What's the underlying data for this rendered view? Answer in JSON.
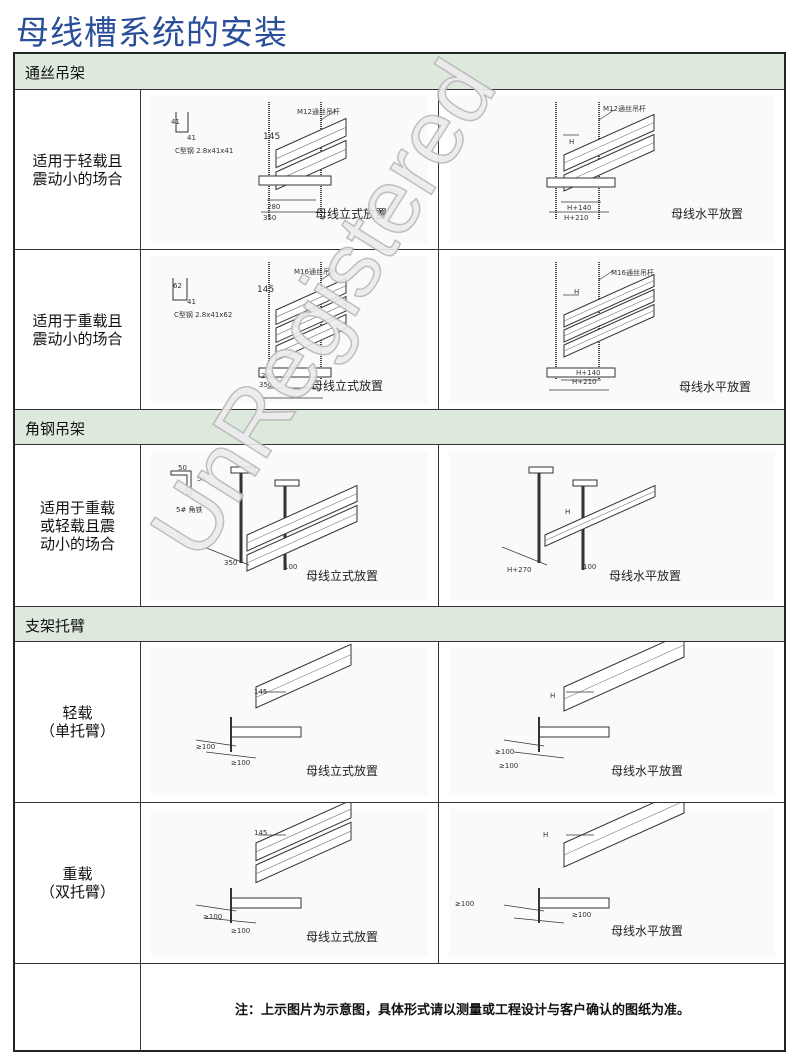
{
  "title": "母线槽系统的安装",
  "sections": [
    {
      "label": "通丝吊架"
    },
    {
      "label": "角钢吊架"
    },
    {
      "label": "支架托臂"
    }
  ],
  "rows": [
    {
      "label": "适用于轻载且\n震动小的场合",
      "left": {
        "profile": "C型钢 2.8x41x41",
        "profile_dims": [
          "41",
          "41"
        ],
        "rod": "M12通丝吊杆",
        "dims": [
          "145",
          "280",
          "350"
        ],
        "caption": "母线立式放置"
      },
      "right": {
        "rod": "M12通丝吊杆",
        "dims": [
          "H",
          "H+140",
          "H+210"
        ],
        "caption": "母线水平放置"
      }
    },
    {
      "label": "适用于重载且\n震动小的场合",
      "left": {
        "profile": "C型钢 2.8x41x62",
        "profile_dims": [
          "62",
          "41"
        ],
        "rod": "M16通丝吊杆",
        "dims": [
          "145",
          "280",
          "350"
        ],
        "caption": "母线立式放置"
      },
      "right": {
        "rod": "M16通丝吊杆",
        "dims": [
          "H",
          "H+140",
          "H+210"
        ],
        "caption": "母线水平放置"
      }
    },
    {
      "label": "适用于重载\n或轻载且震\n动小的场合",
      "left": {
        "profile": "5# 角铁",
        "profile_dims": [
          "50",
          "50"
        ],
        "dims": [
          "350",
          "100"
        ],
        "caption": "母线立式放置"
      },
      "right": {
        "dims": [
          "H",
          "H+270",
          "100"
        ],
        "caption": "母线水平放置"
      }
    },
    {
      "label": "轻载\n（单托臂）",
      "left": {
        "dims": [
          "145",
          "≥100",
          "≥100"
        ],
        "caption": "母线立式放置"
      },
      "right": {
        "dims": [
          "H",
          "≥100",
          "≥100"
        ],
        "caption": "母线水平放置"
      }
    },
    {
      "label": "重载\n（双托臂）",
      "left": {
        "dims": [
          "145",
          "≥100",
          "≥100"
        ],
        "caption": "母线立式放置"
      },
      "right": {
        "dims": [
          "H",
          "≥100",
          "≥100"
        ],
        "caption": "母线水平放置"
      }
    }
  ],
  "note": "注：上示图片为示意图，具体形式请以测量或工程设计与客户确认的图纸为准。",
  "watermark": "UnRegistered"
}
